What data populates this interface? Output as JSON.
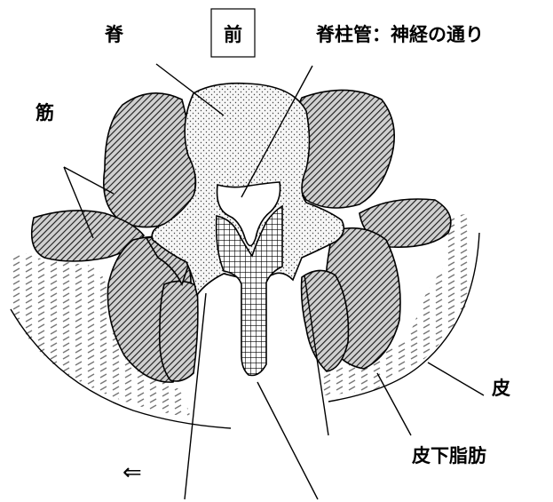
{
  "labels": {
    "spine": "脊",
    "front": "前",
    "spinal_canal": "脊柱管：神経の通り",
    "muscle": "筋",
    "skin": "皮",
    "subcutaneous_fat": "皮下脂肪"
  },
  "arrow_glyph": "⇐",
  "icons": {
    "arrow": "double-left-arrow-icon"
  }
}
